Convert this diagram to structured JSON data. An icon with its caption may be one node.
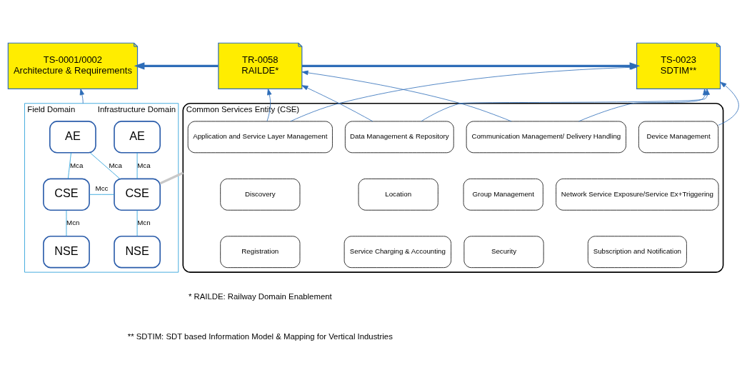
{
  "diagram": {
    "nodes": [
      {
        "text": [
          "TS-0001/0002",
          "Architecture & Requirements"
        ]
      },
      {
        "text": [
          "TR-0058",
          "RAILDE*"
        ]
      },
      {
        "text": [
          "TS-0023",
          "SDTIM**"
        ]
      },
      {
        "text": [
          "Field Domain",
          "Infrastructure Domain"
        ]
      },
      {
        "text": [
          "AE"
        ],
        "in": 3
      },
      {
        "text": [
          "CSE"
        ],
        "in": 3
      },
      {
        "text": [
          "NSE"
        ],
        "in": 3
      },
      {
        "text": [
          "AE"
        ],
        "in": 3
      },
      {
        "text": [
          "CSE"
        ],
        "in": 3
      },
      {
        "text": [
          "NSE"
        ],
        "in": 3
      },
      {
        "text": [
          "Common Services Entity (CSE)"
        ]
      },
      {
        "text": [
          "Application and Service Layer Management"
        ],
        "in": 10
      },
      {
        "text": [
          "Communication Management/ Delivery Handling"
        ],
        "in": 10
      },
      {
        "text": [
          "Data Management & Repository"
        ],
        "in": 10
      },
      {
        "text": [
          "Device Management"
        ],
        "in": 10
      },
      {
        "text": [
          "Discovery"
        ],
        "in": 10
      },
      {
        "text": [
          "Group Management"
        ],
        "in": 10
      },
      {
        "text": [
          "Location"
        ],
        "in": 10
      },
      {
        "text": [
          "Network Service Exposure/Service Ex+Triggering"
        ],
        "in": 10
      },
      {
        "text": [
          "Registration"
        ],
        "in": 10
      },
      {
        "text": [
          "Security"
        ],
        "in": 10
      },
      {
        "text": [
          "Service Charging & Accounting"
        ],
        "in": 10
      },
      {
        "text": [
          "Subscription and Notification"
        ],
        "in": 10
      }
    ],
    "edges": [
      {
        "from": 1,
        "to": 0,
        "arrow": "to",
        "style": "thick"
      },
      {
        "from": 1,
        "to": 2,
        "arrow": "to",
        "style": "thick"
      },
      {
        "from": 3,
        "to": 0,
        "arrow": "to"
      },
      {
        "from": 4,
        "to": 5,
        "arrow": "none",
        "label": "Mca",
        "color": "#1e9bd7"
      },
      {
        "from": 5,
        "to": 6,
        "arrow": "none",
        "label": "Mcn",
        "color": "#1e9bd7"
      },
      {
        "from": 4,
        "to": 8,
        "arrow": "none",
        "label": "Mca",
        "color": "#1e9bd7"
      },
      {
        "from": 5,
        "to": 8,
        "arrow": "none",
        "label": "Mcc",
        "color": "#1e9bd7"
      },
      {
        "from": 7,
        "to": 8,
        "arrow": "none",
        "label": "Mca",
        "color": "#1e9bd7"
      },
      {
        "from": 8,
        "to": 9,
        "arrow": "none",
        "label": "Mcn",
        "color": "#1e9bd7"
      },
      {
        "from": 8,
        "to": 10,
        "arrow": "none",
        "style": "thick",
        "color": "#c8c8c8"
      },
      {
        "from": 11,
        "to": 1,
        "arrow": "to"
      },
      {
        "from": 11,
        "to": 2,
        "arrow": "to"
      },
      {
        "from": 12,
        "to": 1,
        "arrow": "to"
      },
      {
        "from": 12,
        "to": 2,
        "arrow": "to"
      },
      {
        "from": 13,
        "to": 1,
        "arrow": "to"
      },
      {
        "from": 13,
        "to": 2,
        "arrow": "to"
      },
      {
        "from": 14,
        "to": 2,
        "arrow": "to"
      }
    ],
    "labels": [
      "* RAILDE: Railway Domain Enablement",
      "** SDTIM: SDT based Information Model & Mapping for Vertical Industries"
    ]
  }
}
